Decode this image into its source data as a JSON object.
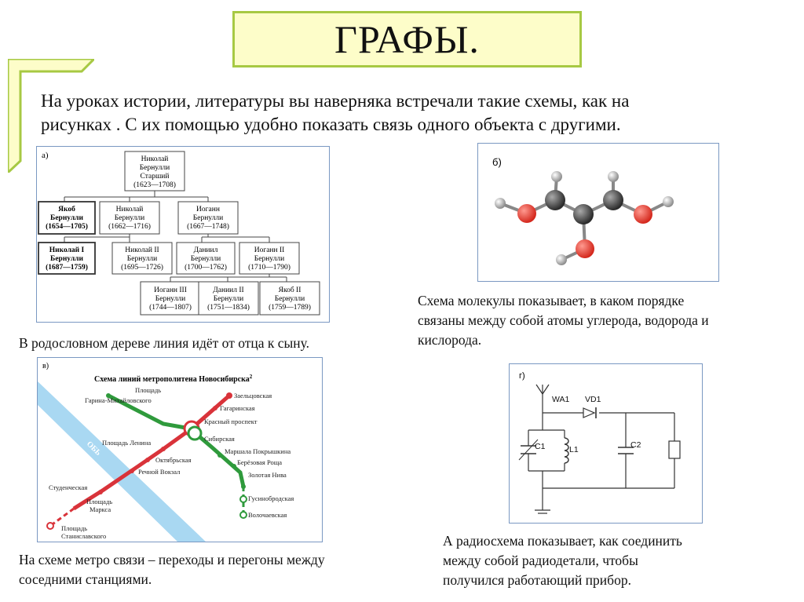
{
  "title": "ГРАФЫ.",
  "intro": {
    "line1": "На уроках истории, литературы вы наверняка встречали такие схемы, как на",
    "line2": "рисунках . С их помощью удобно показать связь одного объекта с другими."
  },
  "panel_a": {
    "label": "а)",
    "caption": "В родословном дереве линия идёт от отца к сыну.",
    "nodes": [
      {
        "l1": "Николай",
        "l2": "Бернулли",
        "l3": "Старший",
        "l4": "(1623—1708)"
      },
      {
        "l1": "Якоб",
        "l2": "Бернулли",
        "l3": "(1654—1705)"
      },
      {
        "l1": "Николай",
        "l2": "Бернулли",
        "l3": "(1662—1716)"
      },
      {
        "l1": "Иоганн",
        "l2": "Бернулли",
        "l3": "(1667—1748)"
      },
      {
        "l1": "Николай I",
        "l2": "Бернулли",
        "l3": "(1687—1759)"
      },
      {
        "l1": "Николай II",
        "l2": "Бернулли",
        "l3": "(1695—1726)"
      },
      {
        "l1": "Даниил",
        "l2": "Бернулли",
        "l3": "(1700—1762)"
      },
      {
        "l1": "Иоганн II",
        "l2": "Бернулли",
        "l3": "(1710—1790)"
      },
      {
        "l1": "Иоганн III",
        "l2": "Бернулли",
        "l3": "(1744—1807)"
      },
      {
        "l1": "Даниил II",
        "l2": "Бернулли",
        "l3": "(1751—1834)"
      },
      {
        "l1": "Якоб II",
        "l2": "Бернулли",
        "l3": "(1759—1789)"
      }
    ]
  },
  "panel_b": {
    "label": "б)",
    "caption": {
      "line1": "Схема молекулы показывает, в каком порядке",
      "line2": "связаны между собой атомы углерода, водорода и",
      "line3": "кислорода."
    }
  },
  "panel_v": {
    "label": "в)",
    "heading": "Схема линий метрополитена Новосибирска",
    "heading_sup": "2",
    "river": "ОБЬ",
    "stations": {
      "zaeltsovskaya": "Заельцовская",
      "gagarinskaya": "Гагаринская",
      "krasny": "Красный проспект",
      "garin1": "Площадь",
      "garin2": "Гарина-Михайловского",
      "sibirskaya": "Сибирская",
      "lenina": "Площадь Ленина",
      "pokryshkina": "Маршала Покрышкина",
      "oktyabrskaya": "Октябрьская",
      "beryozovaya": "Берёзовая Роща",
      "rechnoy": "Речной Вокзал",
      "zolotaya": "Золотая Нива",
      "studencheskaya": "Студенческая",
      "gusino": "Гусинобродская",
      "marksa1": "Площадь",
      "marksa2": "Маркса",
      "volochaevskaya": "Волочаевская",
      "stanisl1": "Площадь",
      "stanisl2": "Станиславского"
    },
    "caption": {
      "line1": "На схеме  метро связи – переходы и перегоны между",
      "line2": "соседними станциями."
    }
  },
  "panel_g": {
    "label": "г)",
    "wa1": "WA1",
    "vd1": "VD1",
    "c1": "C1",
    "l1": "L1",
    "c2": "C2",
    "caption": {
      "line1": "А радиосхема показывает, как соединить",
      "line2": "между собой радиодетали, чтобы",
      "line3": "получился работающий прибор."
    }
  },
  "colors": {
    "title_bg": "#fdfdc9",
    "title_border": "#a7c943",
    "panel_border": "#7a98c2",
    "metro_red": "#d9333a",
    "metro_green": "#2f9a3c",
    "river": "#a9d8f2"
  }
}
